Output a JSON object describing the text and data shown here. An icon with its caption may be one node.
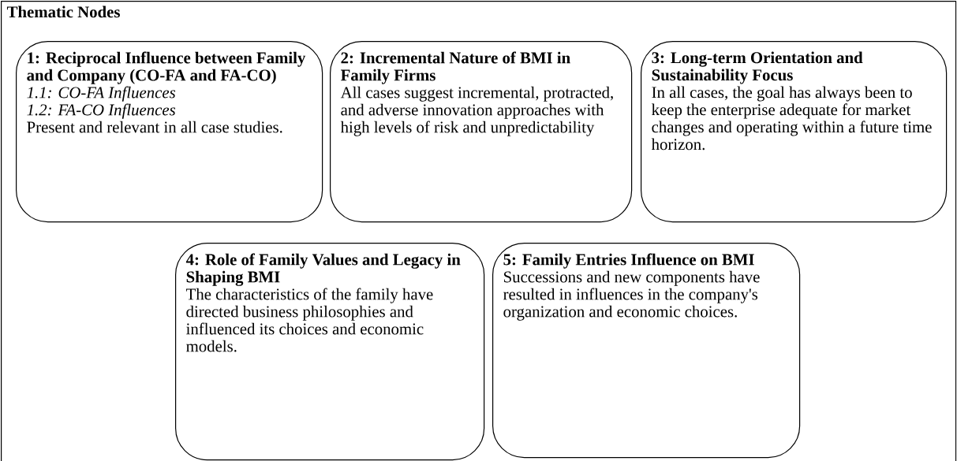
{
  "diagram": {
    "nodes": [
      {
        "text": [
          "Thematic Nodes"
        ]
      },
      {
        "text": [
          "1: Reciprocal Influence between Family and Company (CO-FA and FA-CO)",
          "1.1: CO-FA Influences",
          "1.2: FA-CO Influences",
          "Present and relevant in all case studies."
        ],
        "in": 0
      },
      {
        "text": [
          "2: Incremental Nature of BMI in Family Firms",
          "All cases suggest incremental, protracted, and adverse innovation approaches with high levels of risk and unpredictability"
        ],
        "in": 0
      },
      {
        "text": [
          "3: Long-term Orientation and Sustainability Focus",
          "In all cases, the goal has always been to keep the enterprise adequate for market changes and operating within a future time horizon."
        ],
        "in": 0
      },
      {
        "text": [
          "4: Role of Family Values and Legacy in Shaping BMI",
          "The characteristics of the family have directed business philosophies and influenced its choices and economic models."
        ],
        "in": 0
      },
      {
        "text": [
          "5: Family Entries Influence on BMI",
          "Successions and new components have resulted in influences in the company's organization and economic choices."
        ],
        "in": 0
      }
    ]
  }
}
